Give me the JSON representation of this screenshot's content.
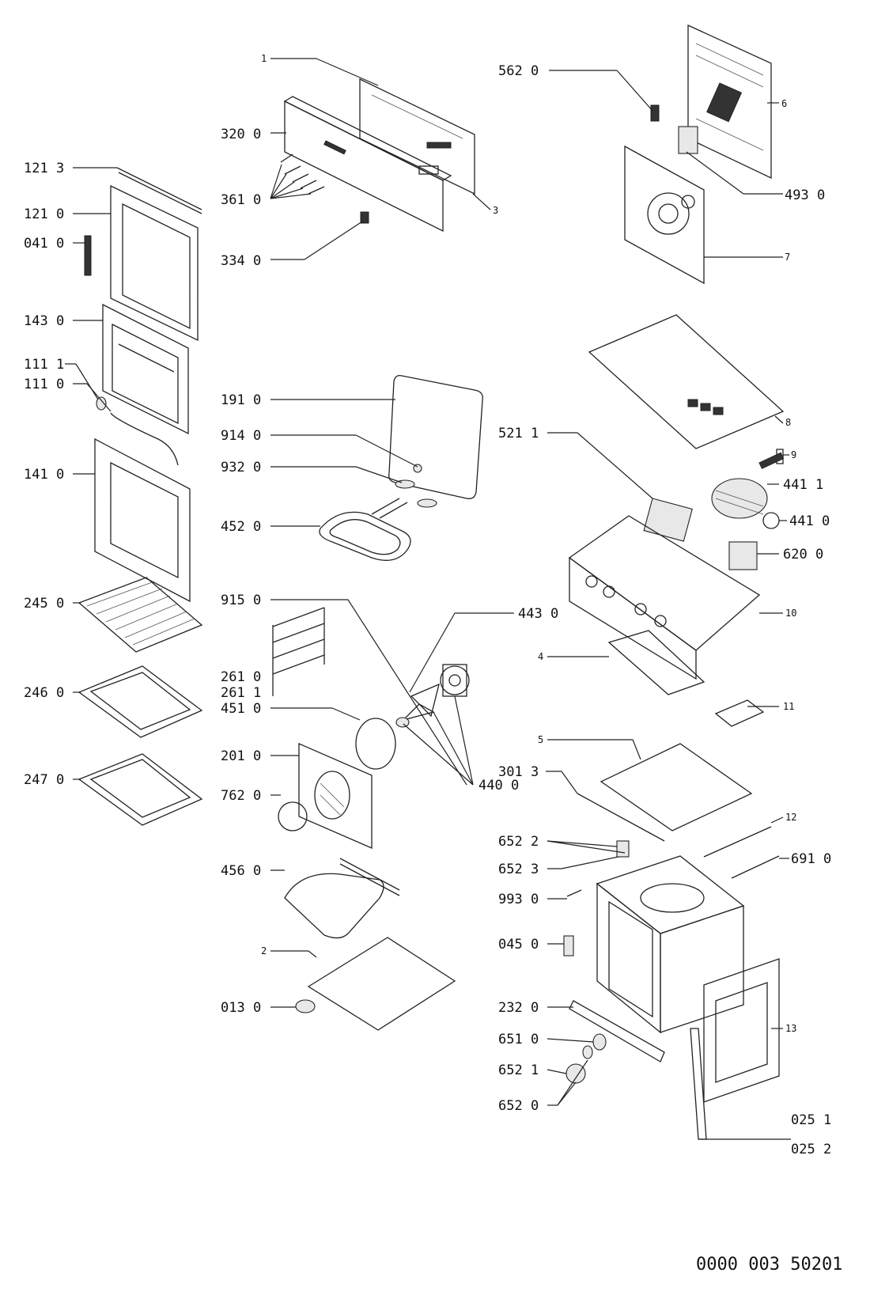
{
  "diagram": {
    "document_number": "0000 003 50201",
    "labels": {
      "p1": "1",
      "p320": "320 0",
      "p361": "361 0",
      "p3": "3",
      "p334": "334 0",
      "p562": "562 0",
      "p6": "6",
      "p493": "493 0",
      "p7": "7",
      "p1213": "121 3",
      "p1210": "121 0",
      "p041": "041 0",
      "p143": "143 0",
      "p1111": "111 1",
      "p1110": "111 0",
      "p141": "141 0",
      "p245": "245 0",
      "p246": "246 0",
      "p247": "247 0",
      "p191": "191 0",
      "p914": "914 0",
      "p932": "932 0",
      "p452": "452 0",
      "p915": "915 0",
      "p443": "443 0",
      "p2610": "261 0",
      "p2611": "261 1",
      "p451": "451 0",
      "p201": "201 0",
      "p762": "762 0",
      "p440": "440 0",
      "p456": "456 0",
      "p2": "2",
      "p013": "013 0",
      "p8": "8",
      "p521": "521 1",
      "p9": "9",
      "p4411": "441 1",
      "p4410": "441 0",
      "p620": "620 0",
      "p10": "10",
      "p4": "4",
      "p11": "11",
      "p5": "5",
      "p3013": "301 3",
      "p12": "12",
      "p6522": "652 2",
      "p6523": "652 3",
      "p691": "691 0",
      "p993": "993 0",
      "p045": "045 0",
      "p232": "232 0",
      "p13": "13",
      "p651": "651 0",
      "p6521": "652 1",
      "p6520": "652 0",
      "p0251": "025 1",
      "p0252": "025 2"
    }
  }
}
